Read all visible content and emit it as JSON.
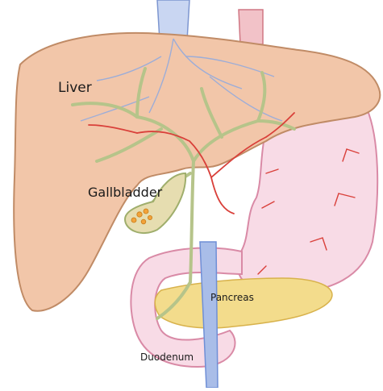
{
  "labels": {
    "liver": "Liver",
    "gallbladder": "Gallbladder",
    "pancreas": "Pancreas",
    "duodenum": "Duodenum"
  },
  "colors": {
    "liver_fill": "#f2c6a9",
    "liver_outline": "#c08b66",
    "stomach_fill": "#f8dbe6",
    "stomach_outline": "#d98aa6",
    "pancreas_fill": "#f3dc8c",
    "bile_duct": "#b6c48a",
    "gallbladder_fill": "#e6ddb0",
    "vein_blue": "#6f8fd6",
    "artery_red": "#d9403a",
    "gallstone": "#f2a33a"
  },
  "icons": [
    "gallstones-icon"
  ]
}
